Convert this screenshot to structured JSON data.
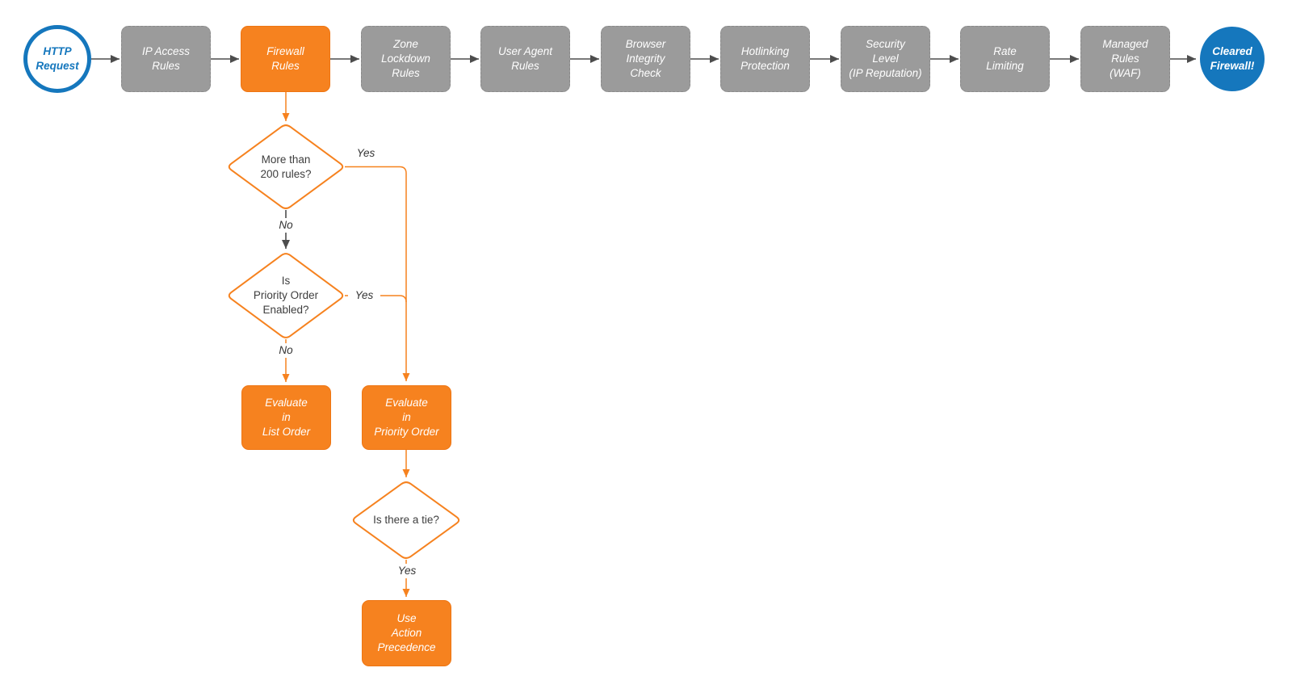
{
  "colors": {
    "node_orange": "#F6821F",
    "node_gray": "#9B9B9B",
    "node_blue": "#1577BD",
    "arrow_dark": "#4D4D4D",
    "text_white": "#FFFFFF",
    "text_dark": "#3E3E3E"
  },
  "flow": {
    "start": {
      "label": "HTTP\nRequest"
    },
    "steps": [
      {
        "label": "IP Access\nRules"
      },
      {
        "label": "Firewall\nRules"
      },
      {
        "label": "Zone\nLockdown\nRules"
      },
      {
        "label": "User Agent\nRules"
      },
      {
        "label": "Browser\nIntegrity\nCheck"
      },
      {
        "label": "Hotlinking\nProtection"
      },
      {
        "label": "Security\nLevel\n(IP Reputation)"
      },
      {
        "label": "Rate\nLimiting"
      },
      {
        "label": "Managed\nRules\n(WAF)"
      }
    ],
    "end": {
      "label": "Cleared\nFirewall!"
    },
    "decisions": [
      {
        "label": "More than\n200 rules?",
        "yes_label": "Yes",
        "no_label": "No"
      },
      {
        "label": "Is\nPriority Order\nEnabled?",
        "yes_label": "Yes",
        "no_label": "No"
      },
      {
        "label": "Is there a tie?",
        "yes_label": "Yes"
      }
    ],
    "actions": [
      {
        "label": "Evaluate\nin\nList Order"
      },
      {
        "label": "Evaluate\nin\nPriority Order"
      },
      {
        "label": "Use\nAction\nPrecedence"
      }
    ]
  }
}
